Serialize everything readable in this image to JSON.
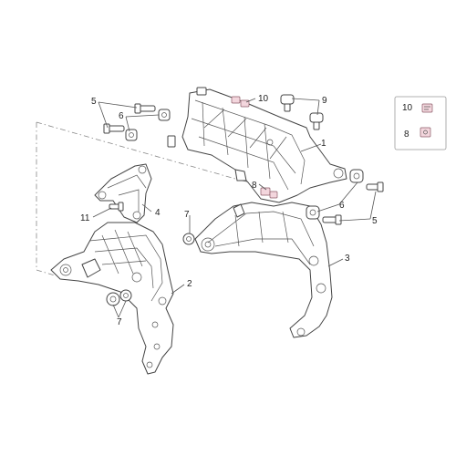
{
  "callouts": {
    "c1": "1",
    "c2": "2",
    "c3": "3",
    "c4": "4",
    "c5a": "5",
    "c5b": "5",
    "c6a": "6",
    "c6b": "6",
    "c7a": "7",
    "c7b": "7",
    "c8": "8",
    "c9": "9",
    "c10": "10",
    "c11": "11"
  },
  "inset": {
    "label_10": "10",
    "label_8": "8"
  },
  "colors": {
    "line": "#444444",
    "highlight": "#f3d6dd"
  }
}
